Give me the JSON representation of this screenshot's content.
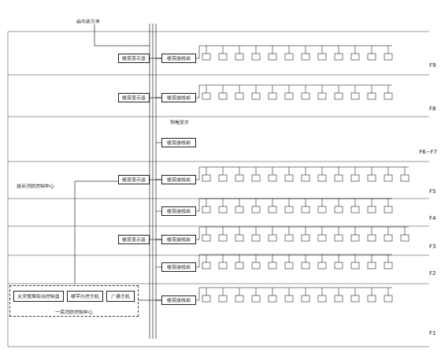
{
  "diagram": {
    "nodes": [
      {
        "text": [
          "楼层显示器"
        ]
      },
      {
        "text": [
          "楼层接线箱"
        ]
      },
      {
        "text": [
          "楼层显示器"
        ]
      },
      {
        "text": [
          "楼层接线箱"
        ]
      },
      {
        "text": [
          "楼层接线箱"
        ]
      },
      {
        "text": [
          "楼层显示器"
        ]
      },
      {
        "text": [
          "楼层接线箱"
        ]
      },
      {
        "text": [
          "楼层接线箱"
        ]
      },
      {
        "text": [
          "楼层显示器"
        ]
      },
      {
        "text": [
          "楼层接线箱"
        ]
      },
      {
        "text": [
          "楼层接线箱"
        ]
      },
      {
        "text": [
          "一层消防控制中心"
        ]
      },
      {
        "text": [
          "火灾报警联动控制器"
        ],
        "in": 11
      },
      {
        "text": [
          "楼宇自控主机"
        ],
        "in": 11
      },
      {
        "text": [
          "广播主机"
        ],
        "in": 11
      },
      {
        "text": [
          "楼层接线箱"
        ]
      }
    ],
    "edges": [
      {
        "from": 0,
        "to": 1,
        "arrow": "none"
      },
      {
        "from": 2,
        "to": 3,
        "arrow": "none"
      },
      {
        "from": 5,
        "to": 6,
        "arrow": "none"
      },
      {
        "from": 8,
        "to": 9,
        "arrow": "none"
      },
      {
        "from": 11,
        "to": 15,
        "arrow": "none"
      }
    ],
    "labels": [
      "F9",
      "F8",
      "F6~F7",
      "F5",
      "F4",
      "F3",
      "F2",
      "F1",
      "由市政引来",
      "弱电竖井",
      "接至消防控制中心"
    ]
  }
}
